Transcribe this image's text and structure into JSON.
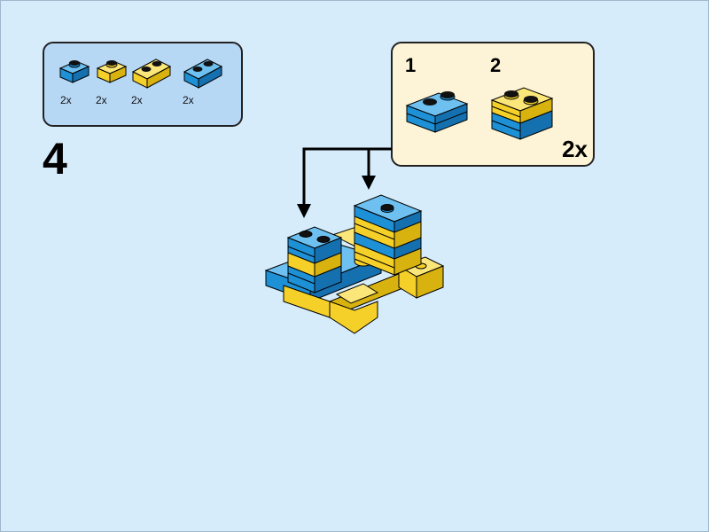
{
  "step": {
    "number": "4"
  },
  "parts_list": {
    "items": [
      {
        "color": "#1e90d6",
        "size": "1x1",
        "qty": "2x"
      },
      {
        "color": "#f5d028",
        "size": "1x1",
        "qty": "2x"
      },
      {
        "color": "#f5d028",
        "size": "1x2",
        "qty": "2x"
      },
      {
        "color": "#1e90d6",
        "size": "1x2",
        "qty": "2x"
      }
    ]
  },
  "subassembly": {
    "steps": [
      {
        "label": "1"
      },
      {
        "label": "2"
      }
    ],
    "multiplier": "2x"
  },
  "colors": {
    "blue": "#1e90d6",
    "yellow": "#f5d028",
    "parts_bg": "#b7d8f5",
    "sub_bg": "#fdf3d6",
    "page_bg": "#d6ecfb"
  }
}
